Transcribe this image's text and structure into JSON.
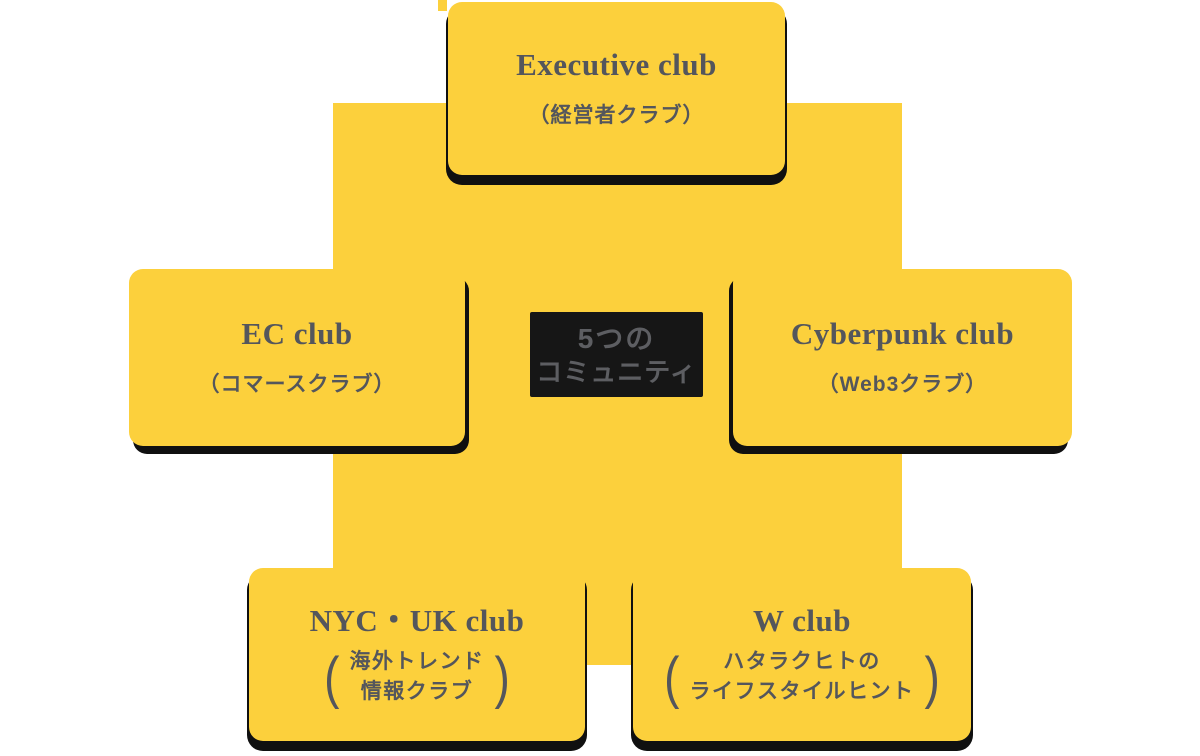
{
  "colors": {
    "yellow": "#fcd03c",
    "shadow_black": "#101010",
    "text_gray": "#54565c",
    "center_box_bg": "#161616",
    "center_text_gray": "#5d5e62",
    "page_background": "#ffffff"
  },
  "center_label": {
    "line1": "5つの",
    "line2": "コミュニティ"
  },
  "clubs": [
    {
      "id": "executive",
      "title": "Executive club",
      "subtitle": "（経営者クラブ）"
    },
    {
      "id": "ec",
      "title": "EC club",
      "subtitle": "（コマースクラブ）"
    },
    {
      "id": "cyberpunk",
      "title": "Cyberpunk club",
      "subtitle": "（Web3クラブ）"
    },
    {
      "id": "nyc-uk",
      "title": "NYC・UK club",
      "paren_open": "(",
      "paren_close": ")",
      "subtitle_line1": "海外トレンド",
      "subtitle_line2": "情報クラブ"
    },
    {
      "id": "w",
      "title": "W club",
      "paren_open": "(",
      "paren_close": ")",
      "subtitle_line1": "ハタラクヒトの",
      "subtitle_line2": "ライフスタイルヒント"
    }
  ]
}
